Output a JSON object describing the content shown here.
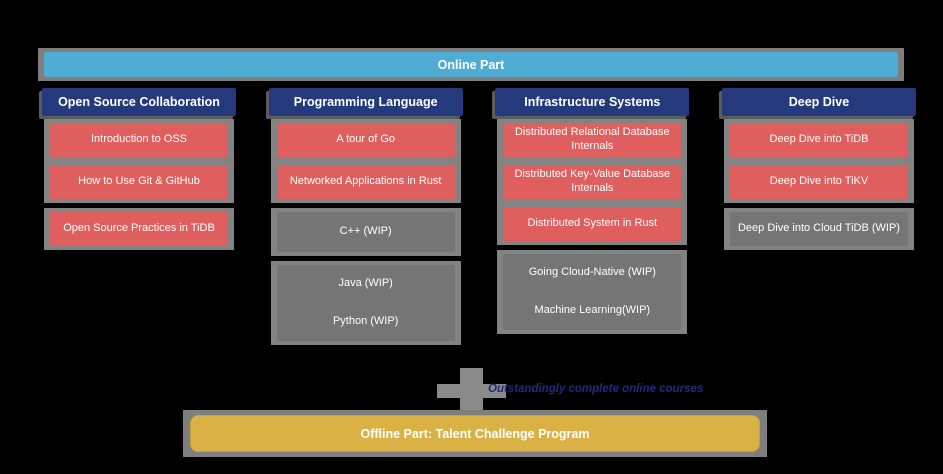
{
  "page": {
    "background": "#000000"
  },
  "online_bar": {
    "label": "Online Part",
    "color": "#4fadd3"
  },
  "columns": [
    {
      "header": "Open Source Collaboration",
      "groups": [
        {
          "joined": false,
          "items": [
            {
              "label": "Introduction to OSS",
              "color": "red"
            },
            {
              "label": "How to Use Git & GitHub",
              "color": "red"
            }
          ]
        },
        {
          "joined": false,
          "items": [
            {
              "label": "Open Source Practices in TiDB",
              "color": "red"
            }
          ]
        }
      ]
    },
    {
      "header": "Programming Language",
      "groups": [
        {
          "joined": false,
          "items": [
            {
              "label": "A tour of Go",
              "color": "red"
            },
            {
              "label": "Networked Applications in Rust",
              "color": "red"
            }
          ]
        },
        {
          "joined": false,
          "items": [
            {
              "label": "C++ (WIP)",
              "color": "gray",
              "tall": true
            }
          ]
        },
        {
          "joined": true,
          "color": "gray",
          "items": [
            {
              "label": "Java (WIP)"
            },
            {
              "label": "Python (WIP)"
            }
          ]
        }
      ]
    },
    {
      "header": "Infrastructure Systems",
      "groups": [
        {
          "joined": false,
          "items": [
            {
              "label": "Distributed Relational Database Internals",
              "color": "red"
            },
            {
              "label": "Distributed Key-Value Database Internals",
              "color": "red"
            },
            {
              "label": "Distributed System in Rust",
              "color": "red"
            }
          ]
        },
        {
          "joined": true,
          "color": "gray",
          "items": [
            {
              "label": "Going Cloud-Native (WIP)"
            },
            {
              "label": "Machine Learning(WIP)"
            }
          ]
        }
      ]
    },
    {
      "header": "Deep Dive",
      "groups": [
        {
          "joined": false,
          "items": [
            {
              "label": "Deep Dive into TiDB",
              "color": "red"
            },
            {
              "label": "Deep Dive into TiKV",
              "color": "red"
            }
          ]
        },
        {
          "joined": false,
          "items": [
            {
              "label": "Deep Dive into Cloud TiDB (WIP)",
              "color": "gray"
            }
          ]
        }
      ]
    }
  ],
  "connector": {
    "note": "Outstandingly complete online courses",
    "note_color": "#1f2d78"
  },
  "offline_bar": {
    "label": "Offline Part: Talent Challenge Program",
    "color": "#d9b145"
  },
  "colors": {
    "card_gray": "#838383",
    "item_red": "#de5f5d",
    "item_gray": "#757575",
    "header_blue": "#243a7d",
    "online_blue": "#4fadd3",
    "offline_yellow": "#d9b145"
  }
}
